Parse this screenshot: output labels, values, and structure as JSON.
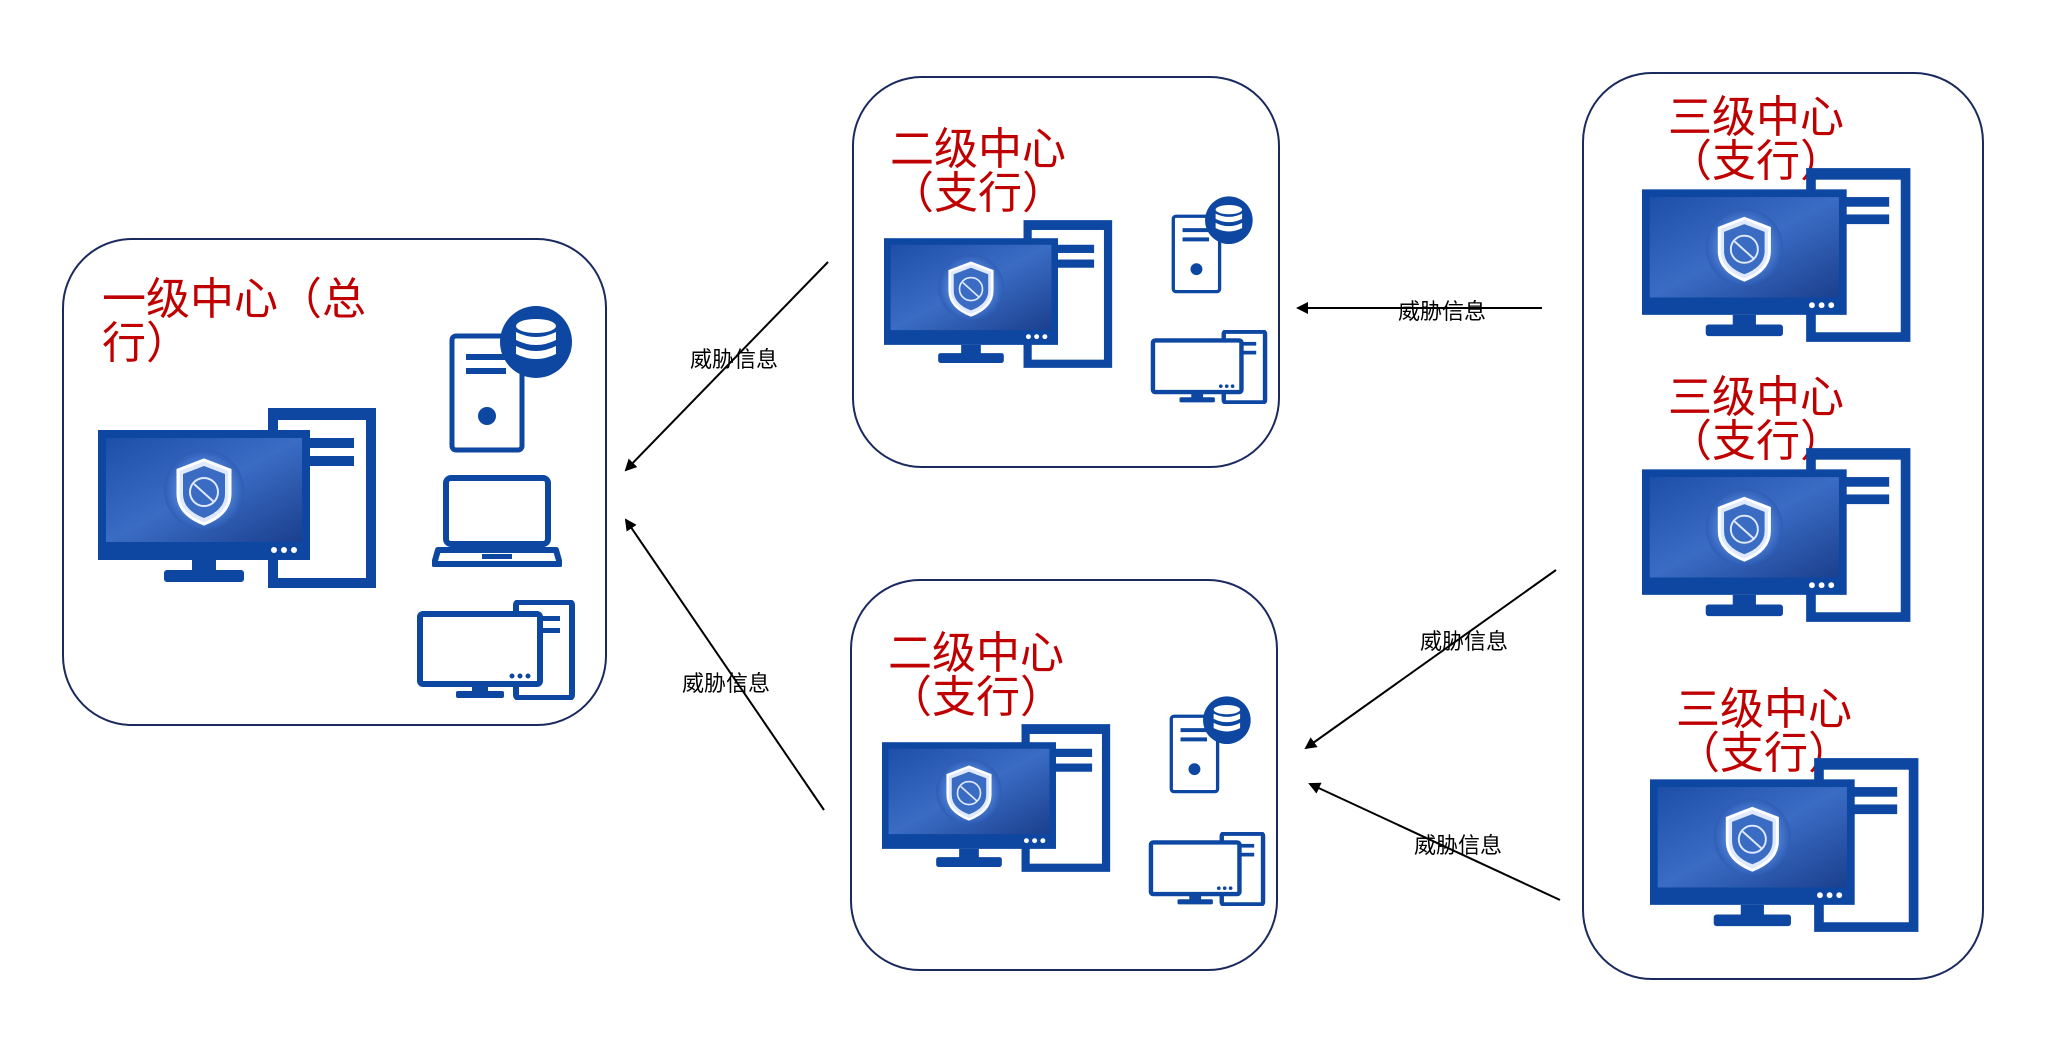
{
  "nodes": {
    "level1": {
      "title": "一级中心（总行）"
    },
    "level2_top": {
      "title": "二级中心（支行）"
    },
    "level2_bottom": {
      "title": "二级中心（支行）"
    },
    "level3_a": {
      "title": "三级中心（支行）"
    },
    "level3_b": {
      "title": "三级中心（支行）"
    },
    "level3_c": {
      "title": "三级中心（支行）"
    }
  },
  "edges": {
    "l2top_to_l1": "威胁信息",
    "l2bottom_to_l1": "威胁信息",
    "l3_to_l2top": "威胁信息",
    "l3b_to_l2bottom": "威胁信息",
    "l3c_to_l2bottom": "威胁信息"
  },
  "colors": {
    "title": "#c00000",
    "icon_blue": "#0d47a1",
    "border": "#1a2a5e"
  },
  "icons": [
    "security-workstation-icon",
    "database-server-icon",
    "laptop-icon",
    "desktop-icon"
  ]
}
